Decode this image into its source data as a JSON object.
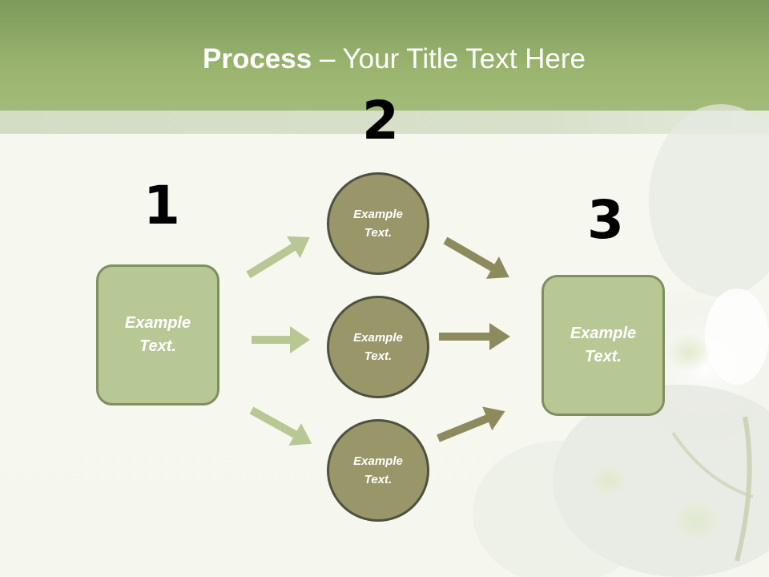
{
  "slide": {
    "title_bold": "Process",
    "title_rest": " – Your Title Text Here"
  },
  "steps": {
    "step1": {
      "number": "1",
      "text": "Example\nText."
    },
    "step2": {
      "number": "2",
      "items": [
        "Example\nText.",
        "Example\nText.",
        "Example\nText."
      ]
    },
    "step3": {
      "number": "3",
      "text": "Example\nText."
    }
  },
  "colors": {
    "header": "#9ab46e",
    "box_fill": "#b7c894",
    "circle_fill": "#99966a",
    "arrow_light": "#b7c894",
    "arrow_dark": "#8d8b5e"
  }
}
